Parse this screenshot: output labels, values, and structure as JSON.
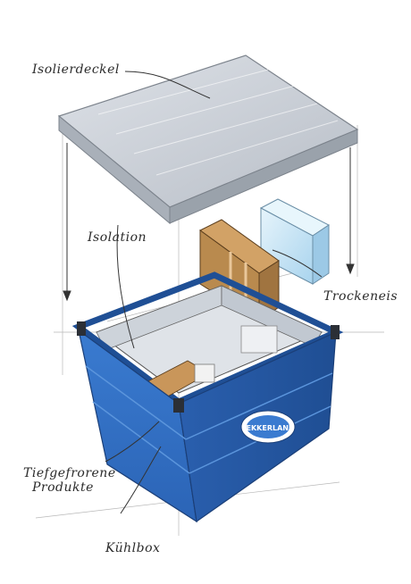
{
  "labels": {
    "lid": "Isolierdeckel",
    "insulation": "Isolation",
    "dry_ice": "Trockeneis",
    "frozen_products_line1": "Tiefgefrorene",
    "frozen_products_line2": "Produkte",
    "cooler_box": "Kühlbox"
  },
  "brand": {
    "logo_text": "LEKKERLAND"
  },
  "colors": {
    "box_blue": "#2f6fc4",
    "box_blue_dark": "#1f4f95",
    "box_blue_light": "#4d8ad6",
    "lid_grey": "#c9ced6",
    "lid_edge": "#8f969f",
    "dry_ice_blue": "#bfe0f2",
    "cardboard": "#b98a4e",
    "sketch_line": "#3a3a3a"
  }
}
